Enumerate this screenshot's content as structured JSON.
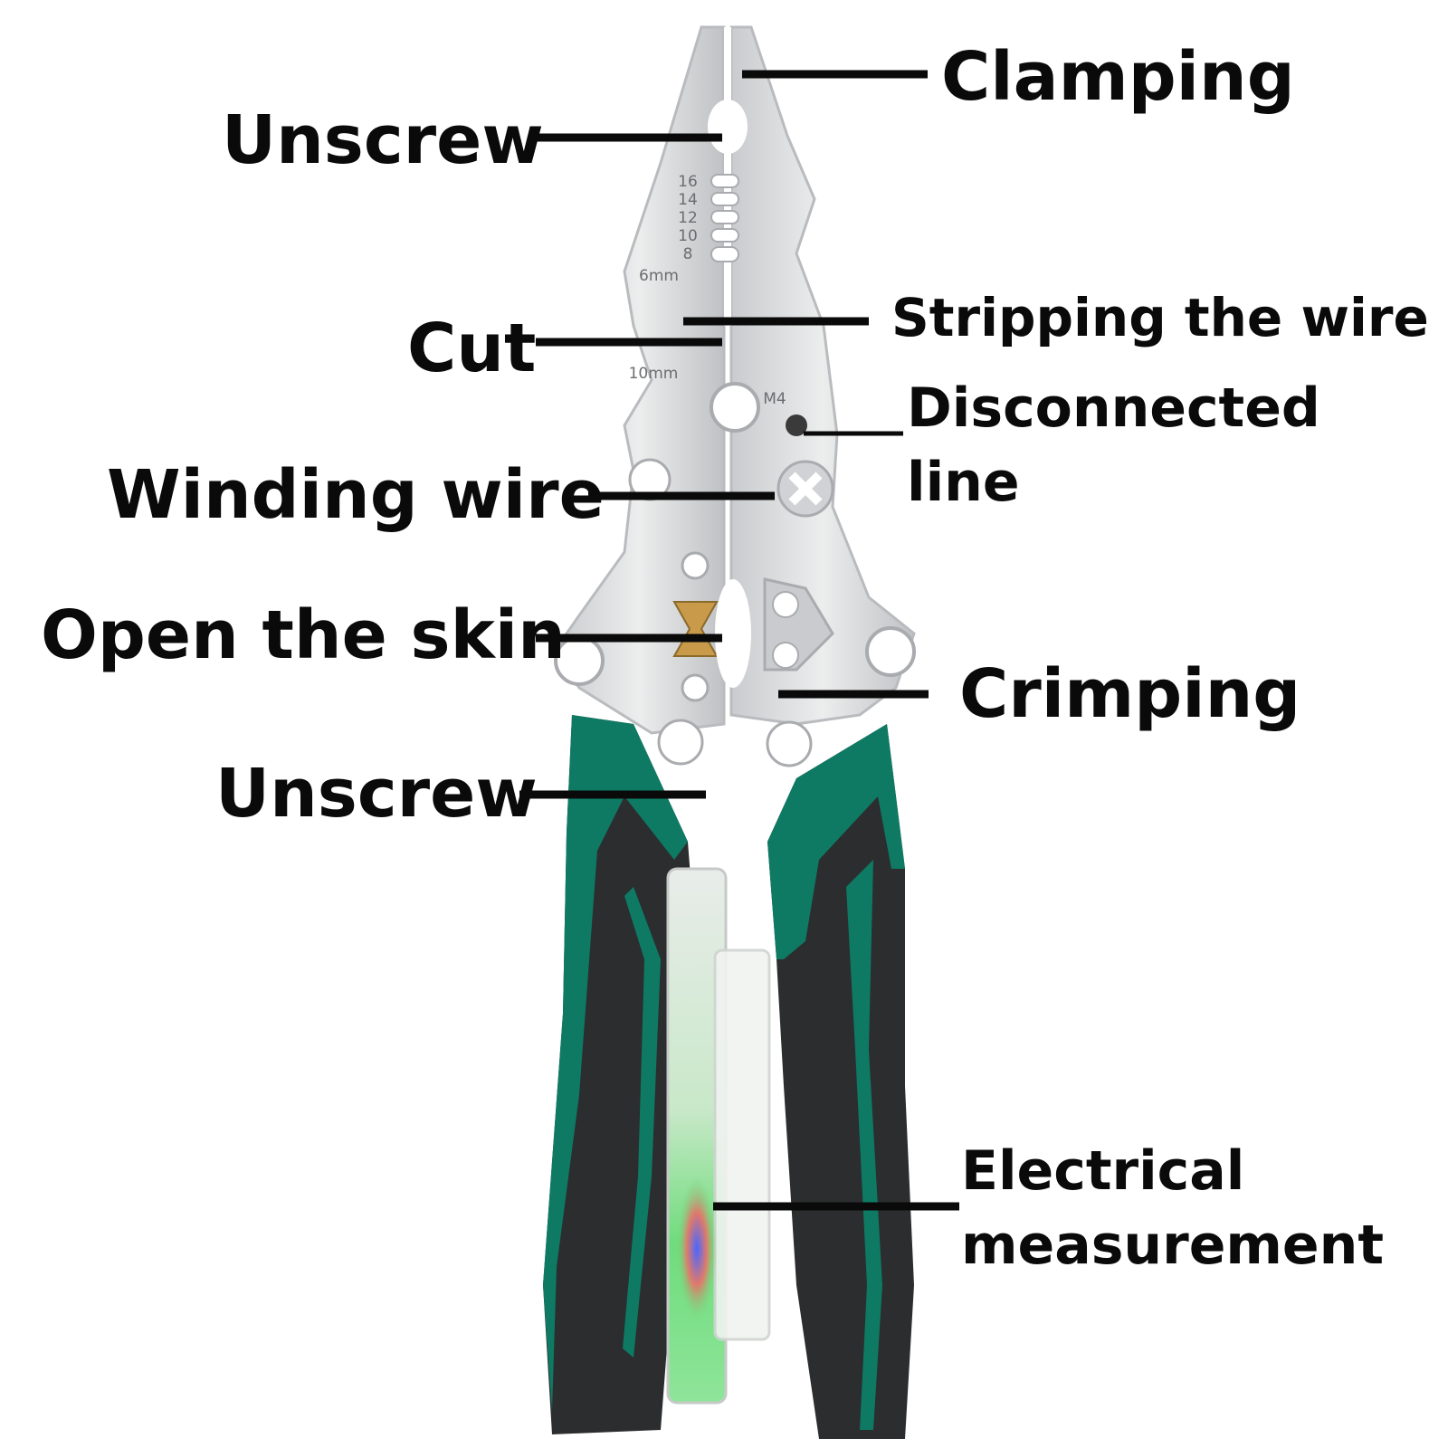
{
  "colors": {
    "steel": "#d9dadc",
    "steel_shadow": "#b9bbbe",
    "grip_green": "#0e7a63",
    "grip_dark": "#2b2d2f",
    "tester_body": "#e9ecea",
    "tester_glow": "#7be08a",
    "brass": "#c89a4a",
    "callout_line": "#0a0a0a"
  },
  "tool_markings": {
    "gauges": [
      "16",
      "14",
      "12",
      "10",
      "8"
    ],
    "size_6mm": "6mm",
    "size_10mm": "10mm",
    "thread_m4": "M4"
  },
  "callouts": {
    "clamping": "Clamping",
    "unscrew_top": "Unscrew",
    "stripping": "Stripping the wire",
    "cut": "Cut",
    "disconnected_line1": "Disconnected",
    "disconnected_line2": "line",
    "winding": "Winding wire",
    "open_skin": "Open the skin",
    "crimping": "Crimping",
    "unscrew_bottom": "Unscrew",
    "electrical_line1": "Electrical",
    "electrical_line2": "measurement"
  }
}
